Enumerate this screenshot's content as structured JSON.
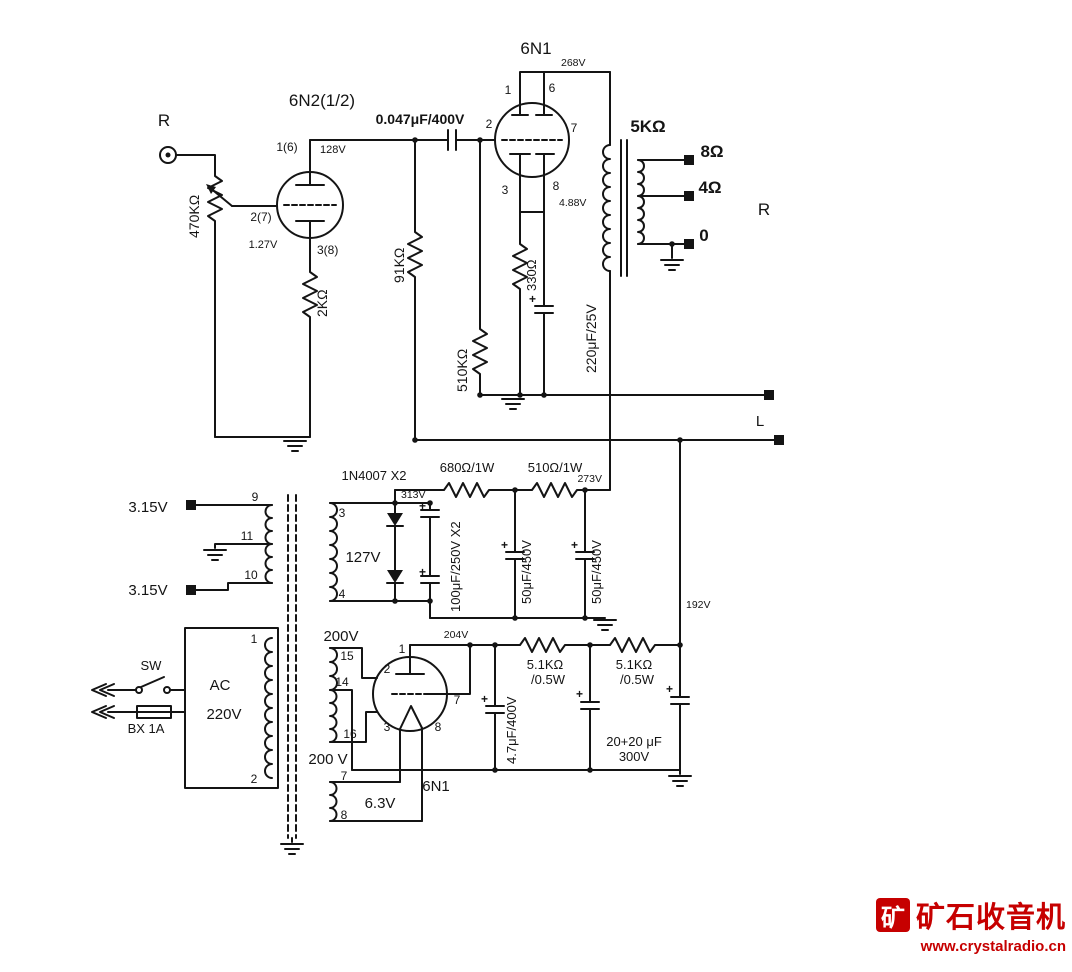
{
  "watermark": {
    "logo": "矿",
    "title": "矿石收音机",
    "url": "www.crystalradio.cn"
  },
  "labels": {
    "in_r": "R",
    "pot": "470KΩ",
    "v1_name": "6N2(1/2)",
    "v1_pin_plate": "1(6)",
    "v1_plate_v": "128V",
    "v1_pin_grid": "2(7)",
    "v1_cath_v": "1.27V",
    "v1_pin_cath": "3(8)",
    "r_cath1": "2KΩ",
    "c_coupling": "0.047μF/400V",
    "r_load1": "91KΩ",
    "v2_name": "6N1",
    "v2_plate_v": "268V",
    "v2_pin1": "1",
    "v2_pin6": "6",
    "v2_pin2": "2",
    "v2_pin7": "7",
    "v2_pin3": "3",
    "v2_pin8": "8",
    "v2_cath_v": "4.88V",
    "r_cath2": "330Ω",
    "c_bypass": "220μF/25V",
    "r_grid2": "510KΩ",
    "opt_z": "5KΩ",
    "tap_8": "8Ω",
    "tap_4": "4Ω",
    "tap_0": "0",
    "out_r": "R",
    "out_l": "L",
    "d_rect": "1N4007 X2",
    "r_f1": "680Ω/1W",
    "r_f2": "510Ω/1W",
    "v_313": "313V",
    "v_273": "273V",
    "c_dbl": "100μF/250V X2",
    "c_f1": "50μF/450V",
    "c_f2": "50μF/450V",
    "heater_a": "3.15V",
    "heater_b": "3.15V",
    "pin9": "9",
    "pin11": "11",
    "pin10": "10",
    "w127": "127V",
    "pin3w": "3",
    "pin4w": "4",
    "w200_top": "200V",
    "w200_bot": "200 V",
    "pin15": "15",
    "pin14": "14",
    "pin16": "16",
    "w63": "6.3V",
    "pin7w": "7",
    "pin8w": "8",
    "prim_ac": "AC",
    "prim_v": "220V",
    "pin1w": "1",
    "pin2w": "2",
    "sw": "SW",
    "fuse": "BX 1A",
    "v3_name": "6N1",
    "v3_pin1": "1",
    "v3_pin2": "2",
    "v3_pin7": "7",
    "v3_pin3": "3",
    "v3_pin8": "8",
    "v_204": "204V",
    "v_192": "192V",
    "r_d1": "5.1KΩ",
    "r_d1w": "/0.5W",
    "r_d2": "5.1KΩ",
    "r_d2w": "/0.5W",
    "c_d1": "4.7μF/400V",
    "c_d2": "20+20 μF",
    "c_d2v": "300V",
    "polarity": "+"
  }
}
